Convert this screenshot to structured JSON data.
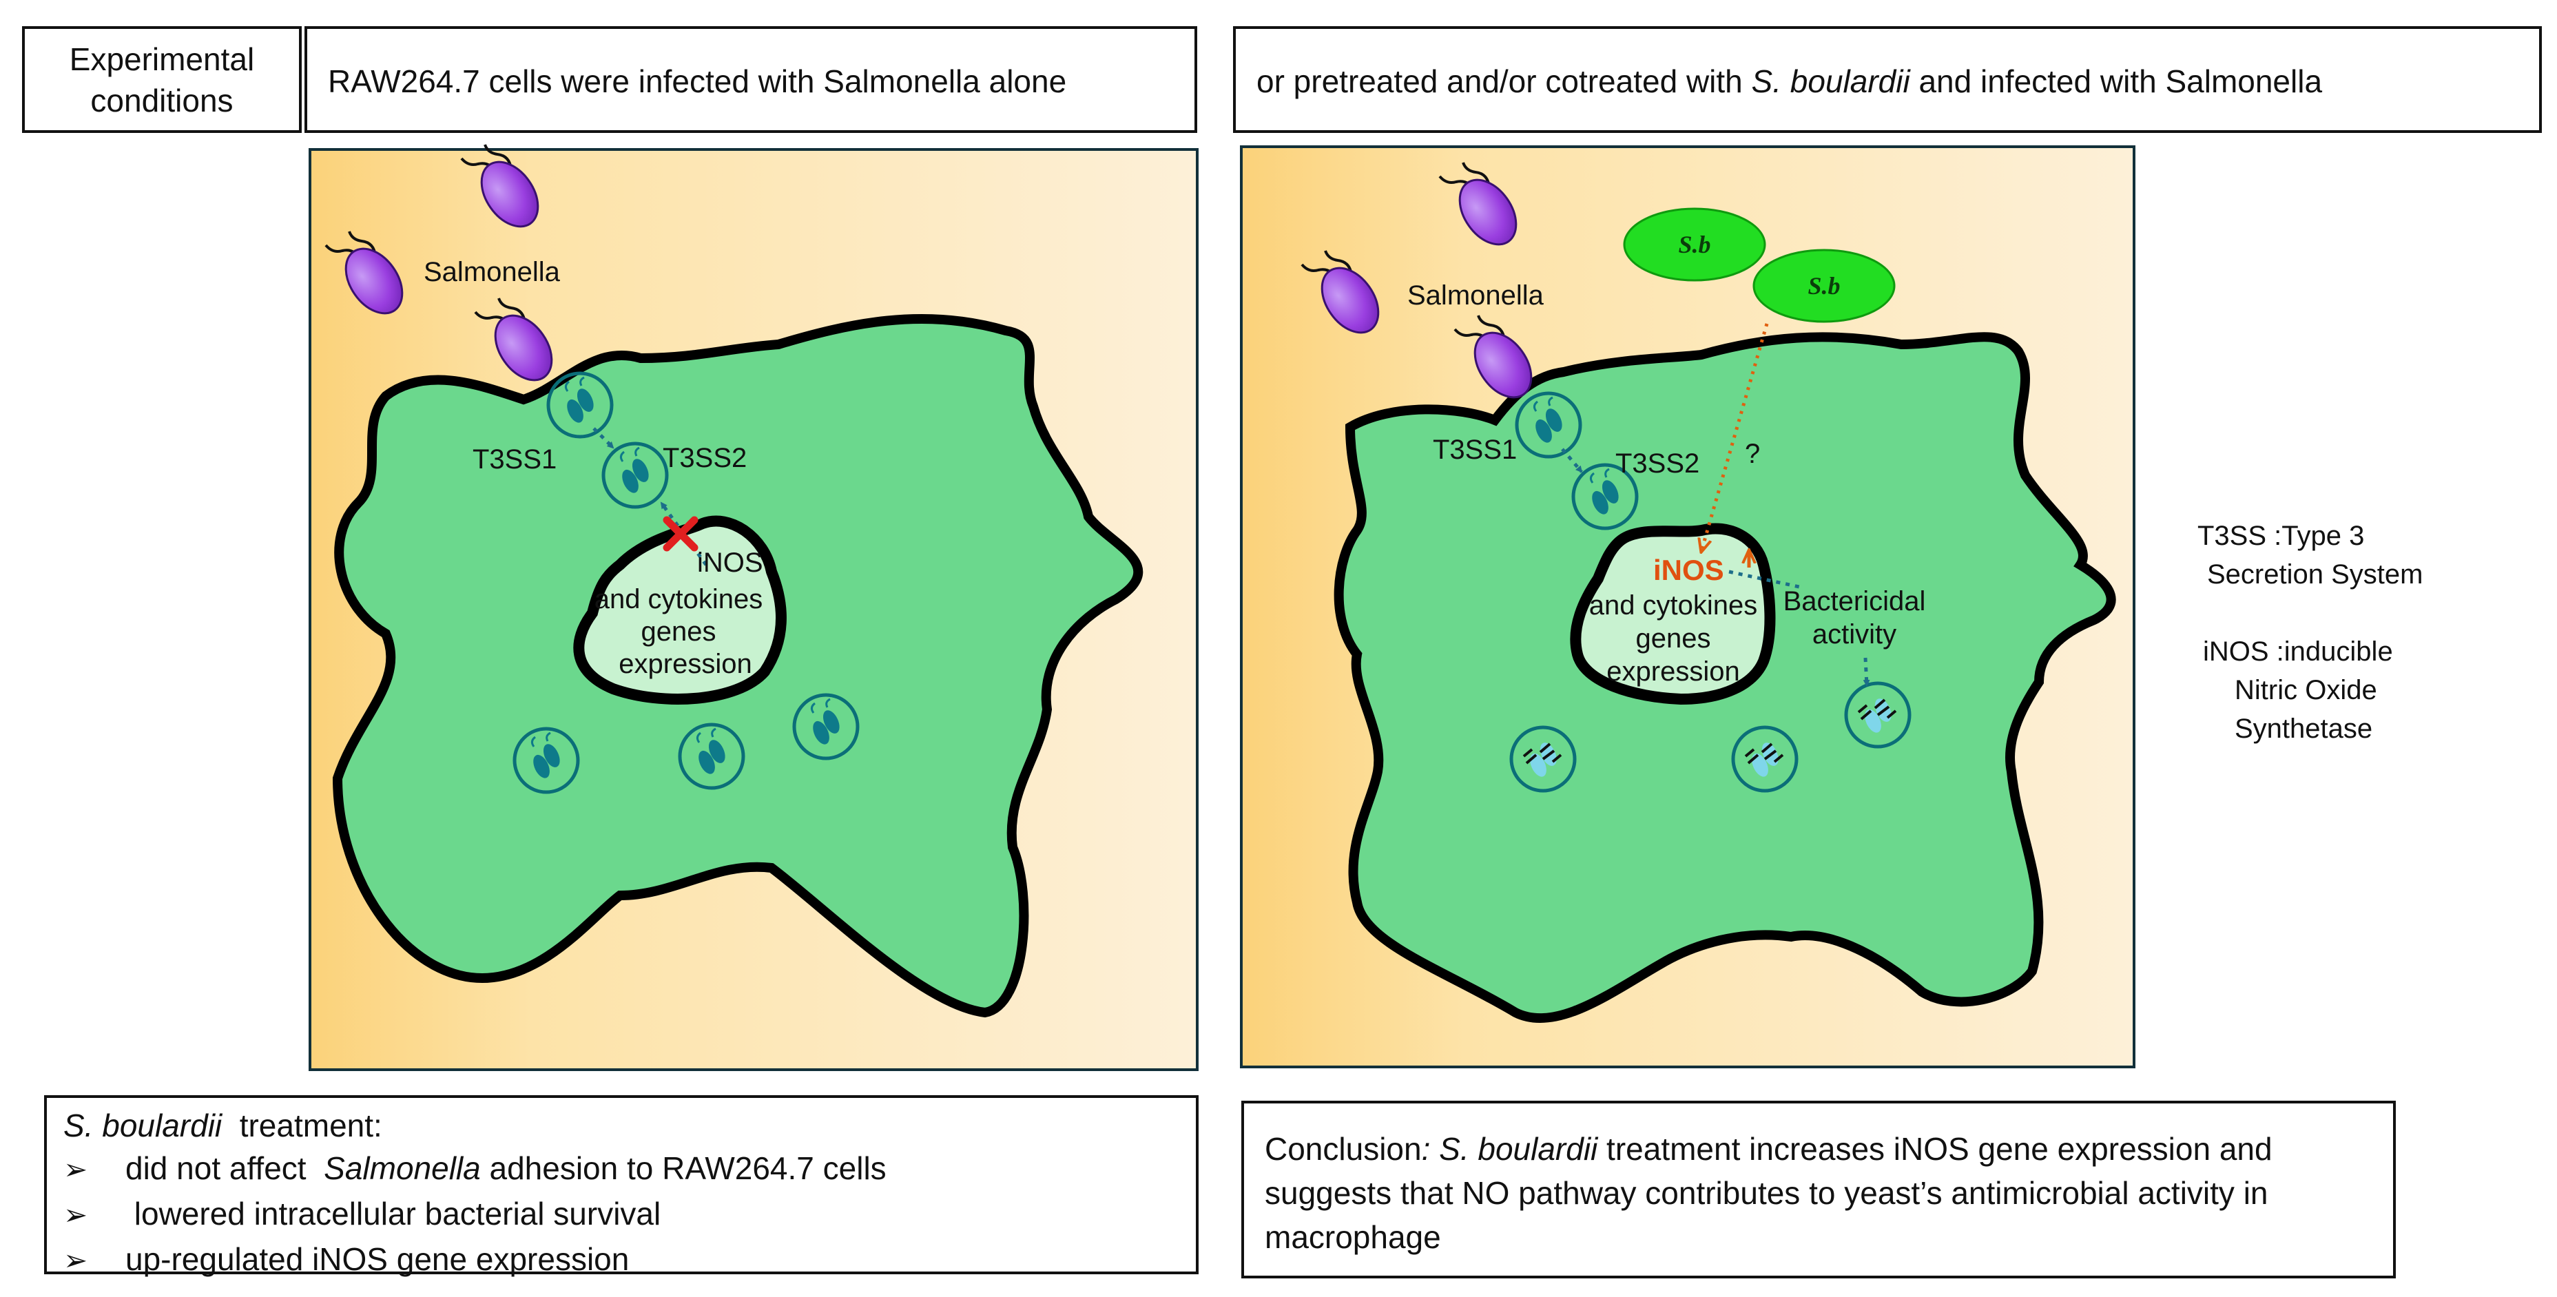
{
  "header": {
    "conditions_label": "Experimental conditions",
    "left_condition": "RAW264.7 cells were infected with Salmonella alone",
    "right_condition": {
      "part1": "or pretreated  and/or cotreated  with ",
      "italic": "S. boulardii",
      "part2": " and infected with Salmonella"
    }
  },
  "left_panel": {
    "salmonella_label": "Salmonella",
    "t3ss1_label": "T3SS1",
    "t3ss2_label": "T3SS2",
    "inos_label": "iNOS",
    "nucleus_text": [
      "and cytokines",
      "genes",
      "expression"
    ]
  },
  "right_panel": {
    "salmonella_label": "Salmonella",
    "t3ss1_label": "T3SS1",
    "t3ss2_label": "T3SS2",
    "question_mark": "?",
    "yeast_label": "S.b",
    "inos_label": "iNOS",
    "nucleus_text": [
      "and cytokines",
      "genes",
      "expression"
    ],
    "bactericidal_label": [
      "Bactericidal",
      "activity"
    ]
  },
  "legend": {
    "t3ss": [
      "T3SS :Type 3",
      "Secretion System"
    ],
    "inos": [
      "iNOS :inducible",
      "Nitric Oxide",
      "Synthetase"
    ]
  },
  "summary": {
    "heading_italic": "S. boulardii",
    "heading_rest": "  treatment:",
    "bullet_glyph": "➢",
    "items": [
      {
        "before": "did not affect  ",
        "italic": "Salmonella",
        "after": " adhesion to RAW264.7 cells"
      },
      {
        "before": " lowered intracellular bacterial survival",
        "italic": "",
        "after": ""
      },
      {
        "before": "up-regulated iNOS gene expression",
        "italic": "",
        "after": ""
      }
    ]
  },
  "conclusion": {
    "prefix": "Conclusion",
    "colon": ": ",
    "italic": "S. boulardii",
    "rest": " treatment increases iNOS gene expression and suggests that NO pathway contributes to yeast’s  antimicrobial activity in macrophage"
  },
  "colors": {
    "panel_gradient_start": "#fbd27a",
    "panel_gradient_end": "#fdf0d8",
    "macrophage": "#6bd88d",
    "nucleus": "#c8f2d0",
    "salmonella": "#9a3fe0",
    "vacuole_stroke": "#0b6e78",
    "yeast": "#22dd22",
    "inhibition": "#e12020",
    "inos_text": "#e05010",
    "pathway_arrow": "#e06010"
  }
}
